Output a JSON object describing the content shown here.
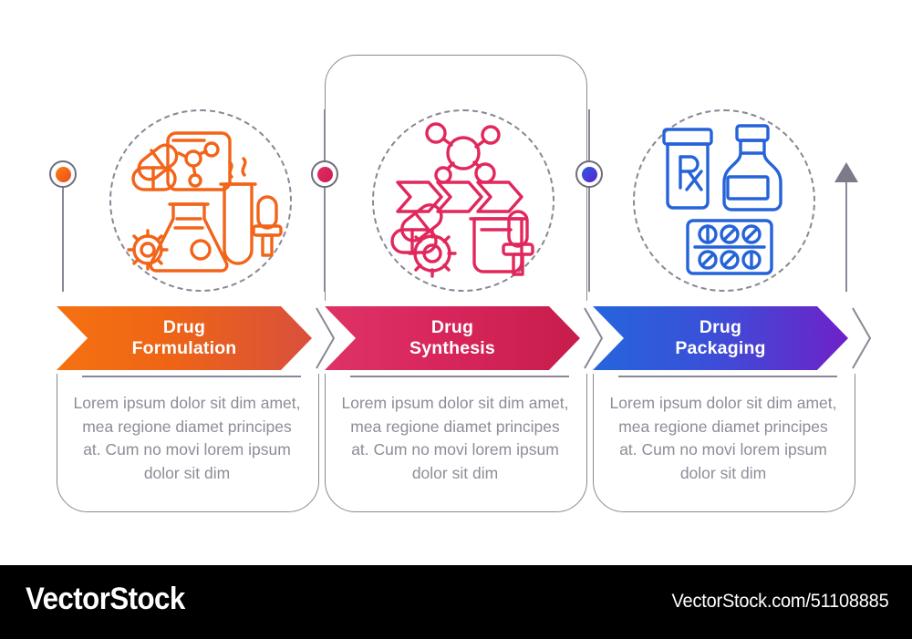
{
  "meta": {
    "title": "Drug development process infographic",
    "background": "#ffffff"
  },
  "timeline": {
    "arrow_icon": "triangle-up-arrow",
    "markers": [
      {
        "id": "marker-1",
        "color": "#F26419",
        "ring_color": "#6f6c7c"
      },
      {
        "id": "marker-2",
        "color": "#D8265C",
        "ring_color": "#6f6c7c"
      },
      {
        "id": "marker-3",
        "color": "#3A32D8",
        "ring_color": "#6f6c7c"
      }
    ],
    "line_color": "#8a8796"
  },
  "steps": [
    {
      "index": 1,
      "icon_name": "drug-formulation-icon",
      "icon_parts": [
        "capsules",
        "molecule-panel",
        "erlenmeyer-flask",
        "gear",
        "test-tube-steam",
        "dropper"
      ],
      "icon_color": "#F26419",
      "title": "Drug\nFormulation",
      "title_line1": "Drug",
      "title_line2": "Formulation",
      "gradient_from": "#F57211",
      "gradient_to": "#D34B3B",
      "body": "Lorem ipsum dolor sit dim amet, mea regione diamet principes at. Cum no movi lorem ipsum dolor sit dim"
    },
    {
      "index": 2,
      "icon_name": "drug-synthesis-icon",
      "icon_parts": [
        "molecule",
        "chevron-arrows",
        "capsules",
        "gear",
        "beaker",
        "dropper"
      ],
      "icon_color": "#E1275C",
      "title": "Drug\nSynthesis",
      "title_line1": "Drug",
      "title_line2": "Synthesis",
      "gradient_from": "#D8265C",
      "gradient_to": "#C9204E",
      "body": "Lorem ipsum dolor sit dim amet, mea regione diamet principes at. Cum no movi lorem ipsum dolor sit dim"
    },
    {
      "index": 3,
      "icon_name": "drug-packaging-icon",
      "icon_parts": [
        "rx-pill-bottle",
        "vial",
        "blister-pack"
      ],
      "icon_color": "#2563D9",
      "title": "Drug\nPackaging",
      "title_line1": "Drug",
      "title_line2": "Packaging",
      "gradient_from": "#2565DC",
      "gradient_to": "#6E21C9",
      "body": "Lorem ipsum dolor sit dim amet, mea regione diamet principes at. Cum no movi lorem ipsum dolor sit dim"
    }
  ],
  "footer": {
    "brand": "VectorStock",
    "credit": "VectorStock.com/51108885",
    "background": "#000000"
  }
}
